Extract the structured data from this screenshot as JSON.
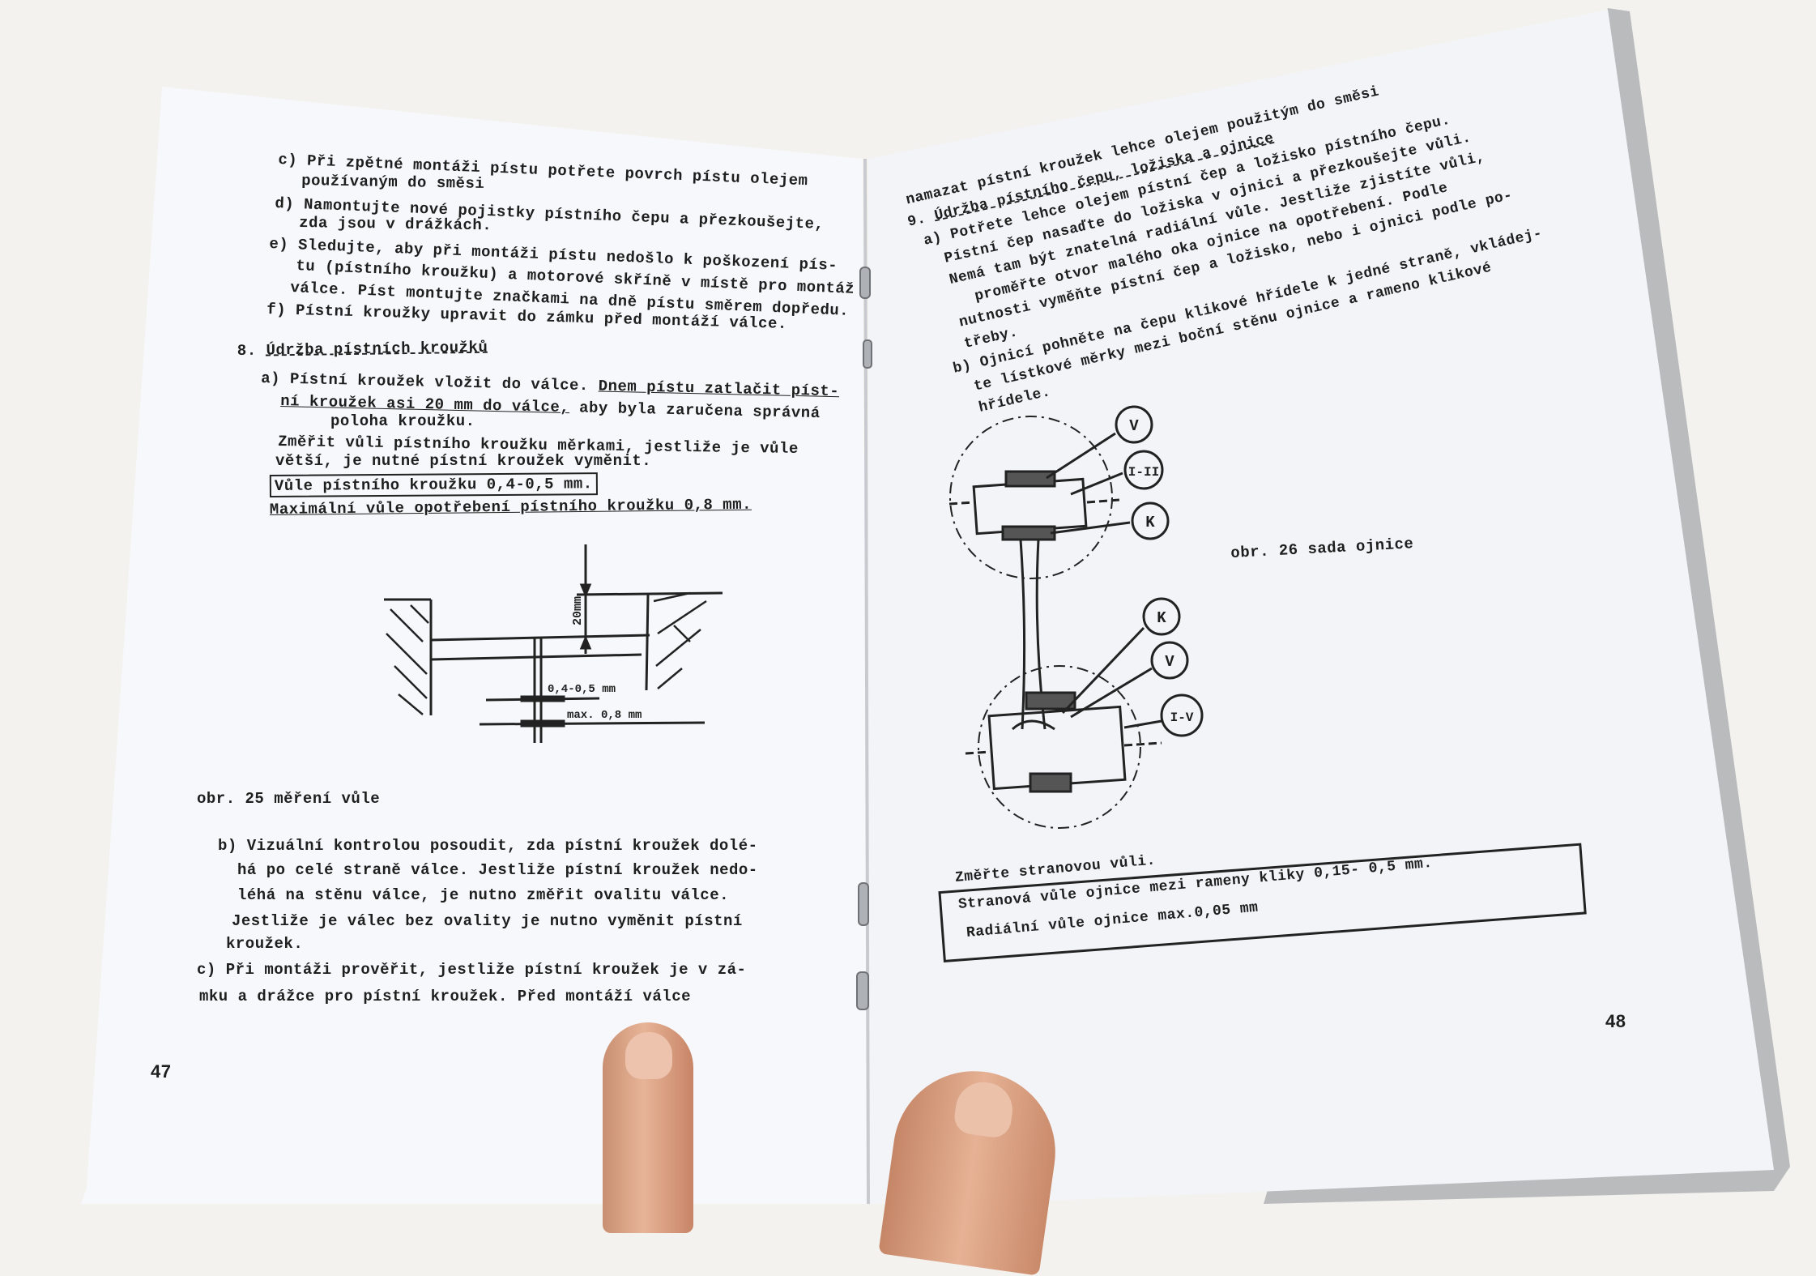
{
  "left_page": {
    "page_number": "47",
    "lines": [
      "c) Při zpětné montáži pístu potřete povrch pístu olejem",
      "používaným do směsi",
      "d) Namontujte nové pojistky pístního čepu a přezkoušejte,",
      "zda jsou v drážkách.",
      "e) Sledujte, aby při montáži pístu nedošlo k poškození pís-",
      "tu (pístního kroužku) a motorové skříně v místě pro montáž",
      "válce. Píst montujte značkami na dně pístu směrem dopředu.",
      "f) Pístní kroužky upravit do zámku před montáží válce."
    ],
    "section_number": "8.",
    "section_title": "Údržba pístních kroužků",
    "a_prefix": "a) Pístní kroužek vložit do válce. ",
    "a_underlined_1": "Dnem pístu zatlačit píst-",
    "a_underlined_2": "ní kroužek asi 20 mm do válce,",
    "a_rest_2": " aby byla zaručena správná",
    "a_line_3": "poloha kroužku.",
    "measure_1": "Změřit vůli pístního kroužku měrkami, jestliže je vůle",
    "measure_2": "větší, je nutné pístní kroužek vyměnit.",
    "boxed": "Vůle pístního kroužku 0,4-0,5 mm.",
    "max_wear": "Maximální vůle opotřebení pístního kroužku 0,8 mm.",
    "figure": {
      "depth_label": "20mm",
      "gap_label": "0,4-0,5 mm",
      "max_label": "max. 0,8 mm",
      "caption": "obr. 25 měření vůle"
    },
    "lines_b": [
      "b) Vizuální kontrolou posoudit, zda pístní kroužek dolé-",
      "há po celé straně válce. Jestliže pístní kroužek nedo-",
      "léhá na stěnu válce, je nutno změřit ovalitu válce.",
      "Jestliže je válec bez ovality je nutno vyměnit pístní",
      "kroužek.",
      "c) Při montáži prověřit, jestliže pístní kroužek je v zá-",
      "mku  a drážce pro pístní kroužek. Před montáží válce"
    ]
  },
  "right_page": {
    "page_number": "48",
    "line_top": "namazat pístní kroužek lehce olejem použitým do směsi",
    "section_number": "9.",
    "section_title": "Údržba pístního čepu, ložiska a ojnice",
    "lines": [
      "a) Potřete lehce olejem pístní čep a ložisko pístního  čepu.",
      "Pístní čep nasaďte do ložiska v ojnici a přezkoušejte vůli.",
      "Nemá tam být znatelná  radiální  vůle. Jestliže zjistíte vůli,",
      "proměřte  otvor malého oka ojnice na opotřebení. Podle",
      "nutnosti vyměňte pístní čep a ložisko, nebo i ojnici podle po-",
      "třeby.",
      "b) Ojnicí pohněte na čepu klikové hřídele k jedné straně, vkládej-",
      "te lístkové měrky mezi boční stěnu ojnice a rameno klikové",
      "hřídele."
    ],
    "figure": {
      "labels": [
        "V",
        "I-II",
        "K",
        "K",
        "V",
        "I-V"
      ],
      "caption": "obr. 26 sada ojnice"
    },
    "measure_note": "Změřte stranovou vůli.",
    "box_lines": [
      "Stranová vůle ojnice mezi rameny kliky 0,15- 0,5 mm.",
      "Radiální vůle ojnice max.0,05 mm"
    ]
  }
}
